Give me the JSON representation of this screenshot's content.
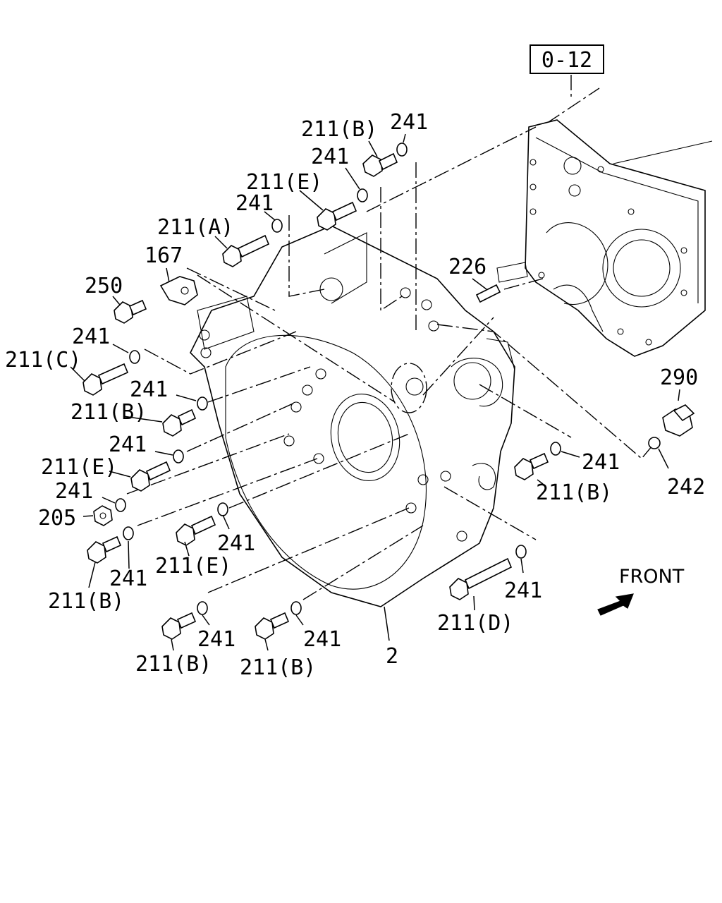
{
  "reference_box": "0-12",
  "front_label": "FRONT",
  "callouts": {
    "ref_211b_top": "211(B)",
    "ref_241_top": "241",
    "ref_241_b": "241",
    "ref_211e_top": "211(E)",
    "ref_241_c": "241",
    "ref_211a": "211(A)",
    "ref_167": "167",
    "ref_250": "250",
    "ref_241_d": "241",
    "ref_211c": "211(C)",
    "ref_241_e": "241",
    "ref_211b_mid": "211(B)",
    "ref_241_f": "241",
    "ref_211e_mid": "211(E)",
    "ref_241_g": "241",
    "ref_205": "205",
    "ref_241_h": "241",
    "ref_211b_left": "211(B)",
    "ref_241_i": "241",
    "ref_211e_low": "211(E)",
    "ref_241_j": "241",
    "ref_211b_bl": "211(B)",
    "ref_241_k": "241",
    "ref_211b_bm": "211(B)",
    "ref_2": "2",
    "ref_241_l": "241",
    "ref_211d": "211(D)",
    "ref_226": "226",
    "ref_241_m": "241",
    "ref_211b_right": "211(B)",
    "ref_290": "290",
    "ref_242": "242"
  }
}
